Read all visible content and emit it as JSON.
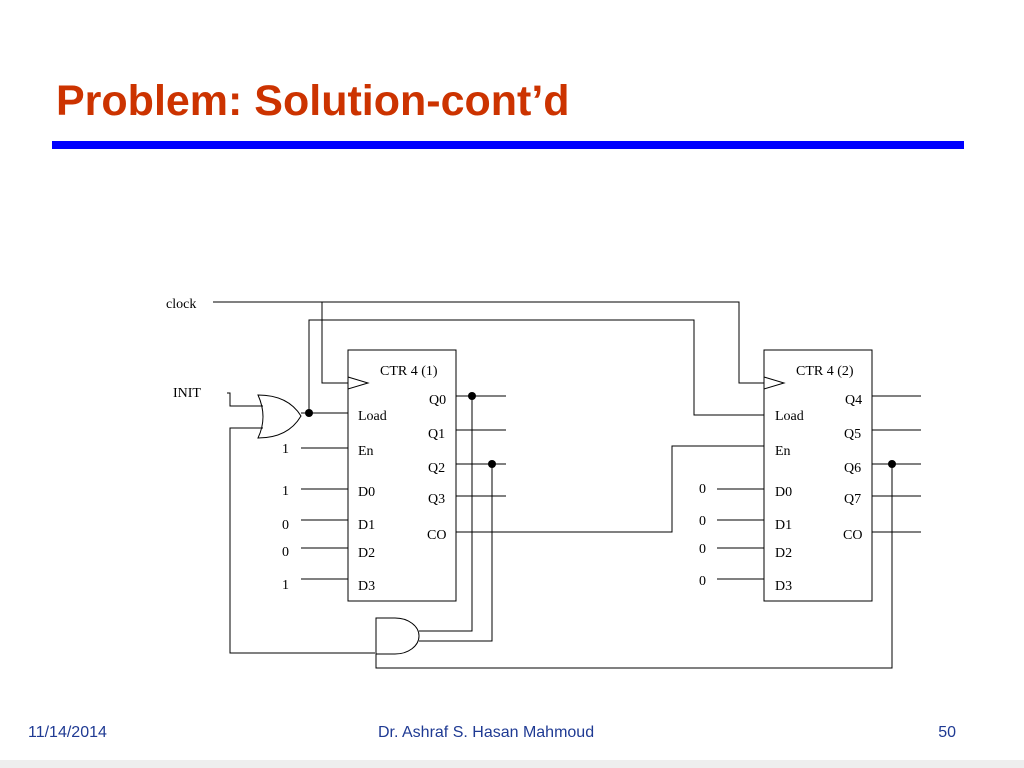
{
  "slide": {
    "title": "Problem: Solution-cont’d",
    "footer": {
      "date": "11/14/2014",
      "author": "Dr. Ashraf S. Hasan Mahmoud",
      "page": "50"
    }
  },
  "diagram": {
    "inputs": {
      "clock": "clock",
      "init": "INIT"
    },
    "counter1": {
      "name": "CTR 4 (1)",
      "inputs": [
        "Load",
        "En",
        "D0",
        "D1",
        "D2",
        "D3"
      ],
      "outputs": [
        "Q0",
        "Q1",
        "Q2",
        "Q3",
        "CO"
      ],
      "constants": {
        "en": "1",
        "d0": "1",
        "d1": "0",
        "d2": "0",
        "d3": "1"
      }
    },
    "counter2": {
      "name": "CTR 4 (2)",
      "inputs": [
        "Load",
        "En",
        "D0",
        "D1",
        "D2",
        "D3"
      ],
      "outputs": [
        "Q4",
        "Q5",
        "Q6",
        "Q7",
        "CO"
      ],
      "constants": {
        "d0": "0",
        "d1": "0",
        "d2": "0",
        "d3": "0"
      }
    },
    "gates": {
      "or": "OR",
      "and": "AND"
    }
  }
}
